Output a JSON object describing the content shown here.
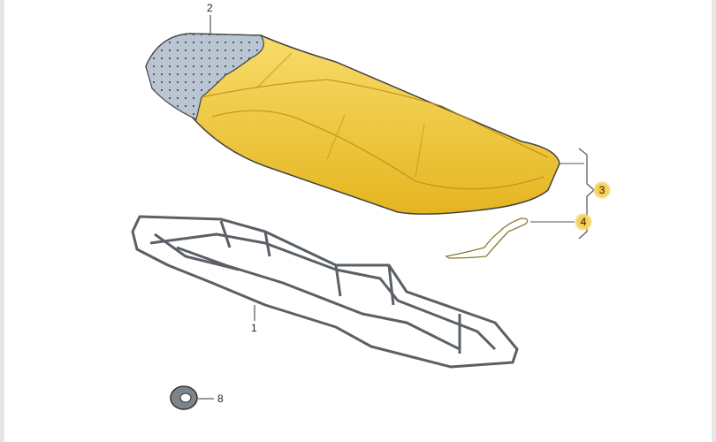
{
  "diagram": {
    "callouts": [
      {
        "id": "2",
        "part": "seat-cushion-cover"
      },
      {
        "id": "3",
        "part": "seat-cushion-assembly",
        "highlighted": true
      },
      {
        "id": "4",
        "part": "wire-clip",
        "highlighted": true
      },
      {
        "id": "1",
        "part": "seat-frame"
      },
      {
        "id": "8",
        "part": "tape-roll"
      }
    ],
    "colors": {
      "foam": "#f1c93c",
      "cover": "#b8c4d0",
      "frame": "#5a6066",
      "highlight": "#f3c53a"
    }
  }
}
